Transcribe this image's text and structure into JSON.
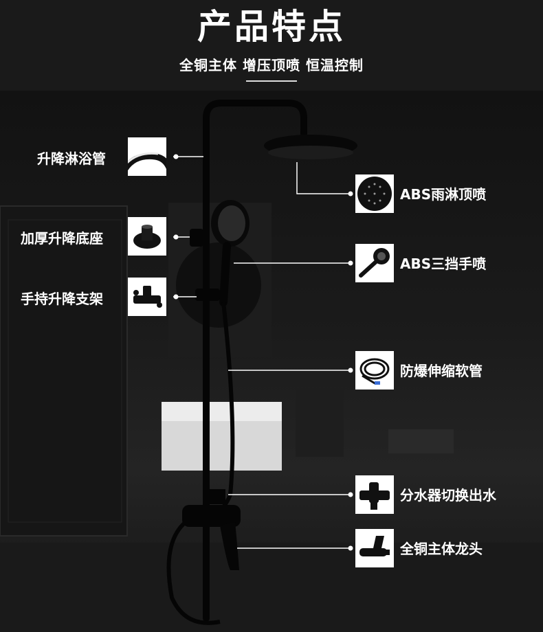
{
  "header": {
    "title": "产品特点",
    "subtitle": "全铜主体  增压顶喷  恒温控制"
  },
  "features_left": [
    {
      "label": "升降淋浴管",
      "icon": "curved-pipe-icon"
    },
    {
      "label": "加厚升降底座",
      "icon": "round-base-icon"
    },
    {
      "label": "手持升降支架",
      "icon": "bracket-icon"
    }
  ],
  "features_right": [
    {
      "label": "ABS雨淋顶喷",
      "icon": "rain-shower-head-icon"
    },
    {
      "label": "ABS三挡手喷",
      "icon": "hand-shower-icon"
    },
    {
      "label": "防爆伸缩软管",
      "icon": "coiled-hose-icon"
    },
    {
      "label": "分水器切换出水",
      "icon": "diverter-icon"
    },
    {
      "label": "全铜主体龙头",
      "icon": "faucet-body-icon"
    }
  ],
  "colors": {
    "background": "#0d0d0d",
    "header": "#1a1a1a",
    "text": "#ffffff",
    "product": "#050505"
  }
}
